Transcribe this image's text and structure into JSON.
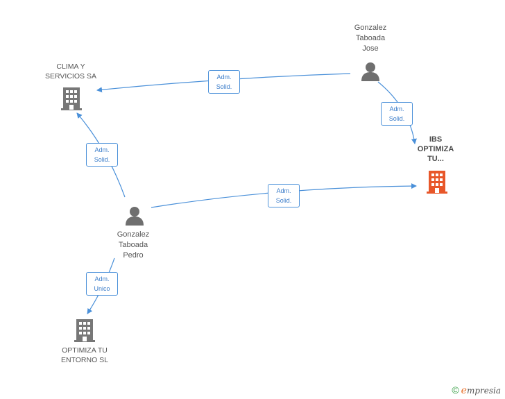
{
  "nodes": {
    "clima": {
      "label_lines": [
        "CLIMA Y",
        "SERVICIOS SA"
      ],
      "type": "company"
    },
    "ibs": {
      "label_lines": [
        "IBS",
        "OPTIMIZA",
        "TU..."
      ],
      "type": "company-focus"
    },
    "optimiza": {
      "label_lines": [
        "OPTIMIZA TU",
        "ENTORNO SL"
      ],
      "type": "company"
    },
    "jose": {
      "label_lines": [
        "Gonzalez",
        "Taboada",
        "Jose"
      ],
      "type": "person"
    },
    "pedro": {
      "label_lines": [
        "Gonzalez",
        "Taboada",
        "Pedro"
      ],
      "type": "person"
    }
  },
  "edges": [
    {
      "from": "jose",
      "to": "clima",
      "label_lines": [
        "Adm.",
        "Solid."
      ]
    },
    {
      "from": "jose",
      "to": "ibs",
      "label_lines": [
        "Adm.",
        "Solid."
      ]
    },
    {
      "from": "pedro",
      "to": "clima",
      "label_lines": [
        "Adm.",
        "Solid."
      ]
    },
    {
      "from": "pedro",
      "to": "ibs",
      "label_lines": [
        "Adm.",
        "Solid."
      ]
    },
    {
      "from": "pedro",
      "to": "optimiza",
      "label_lines": [
        "Adm.",
        "Unico"
      ]
    }
  ],
  "colors": {
    "edge": "#4a90d9",
    "company_icon": "#777777",
    "focus_icon": "#e8572a",
    "person_icon": "#6f6f6f"
  },
  "icons": {
    "company": "building-icon",
    "person": "person-icon"
  },
  "footer": {
    "copyright_symbol": "©",
    "brand_initial": "e",
    "brand_rest": "mpresia"
  }
}
